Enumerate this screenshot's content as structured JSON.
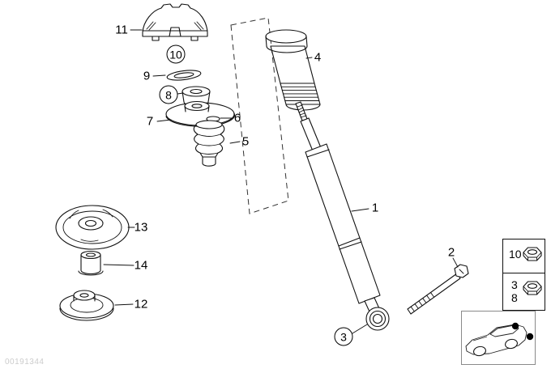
{
  "diagram": {
    "background": "#ffffff",
    "id_code": "00191344",
    "callouts": {
      "c1": "1",
      "c2": "2",
      "c3": "3",
      "c4": "4",
      "c5": "5",
      "c6": "6",
      "c7": "7",
      "c8": "8",
      "c9": "9",
      "c10": "10",
      "c11": "11",
      "c12": "12",
      "c13": "13",
      "c14": "14"
    },
    "legend": {
      "rows": [
        {
          "label": "10",
          "icon": "hex-nut-icon"
        },
        {
          "labels": [
            "3",
            "8"
          ],
          "icon": "hex-nut-icon"
        }
      ]
    },
    "icons": {
      "hardware": "hex-nut-icon",
      "vehicle_thumbnail": "car-location-icon"
    }
  }
}
